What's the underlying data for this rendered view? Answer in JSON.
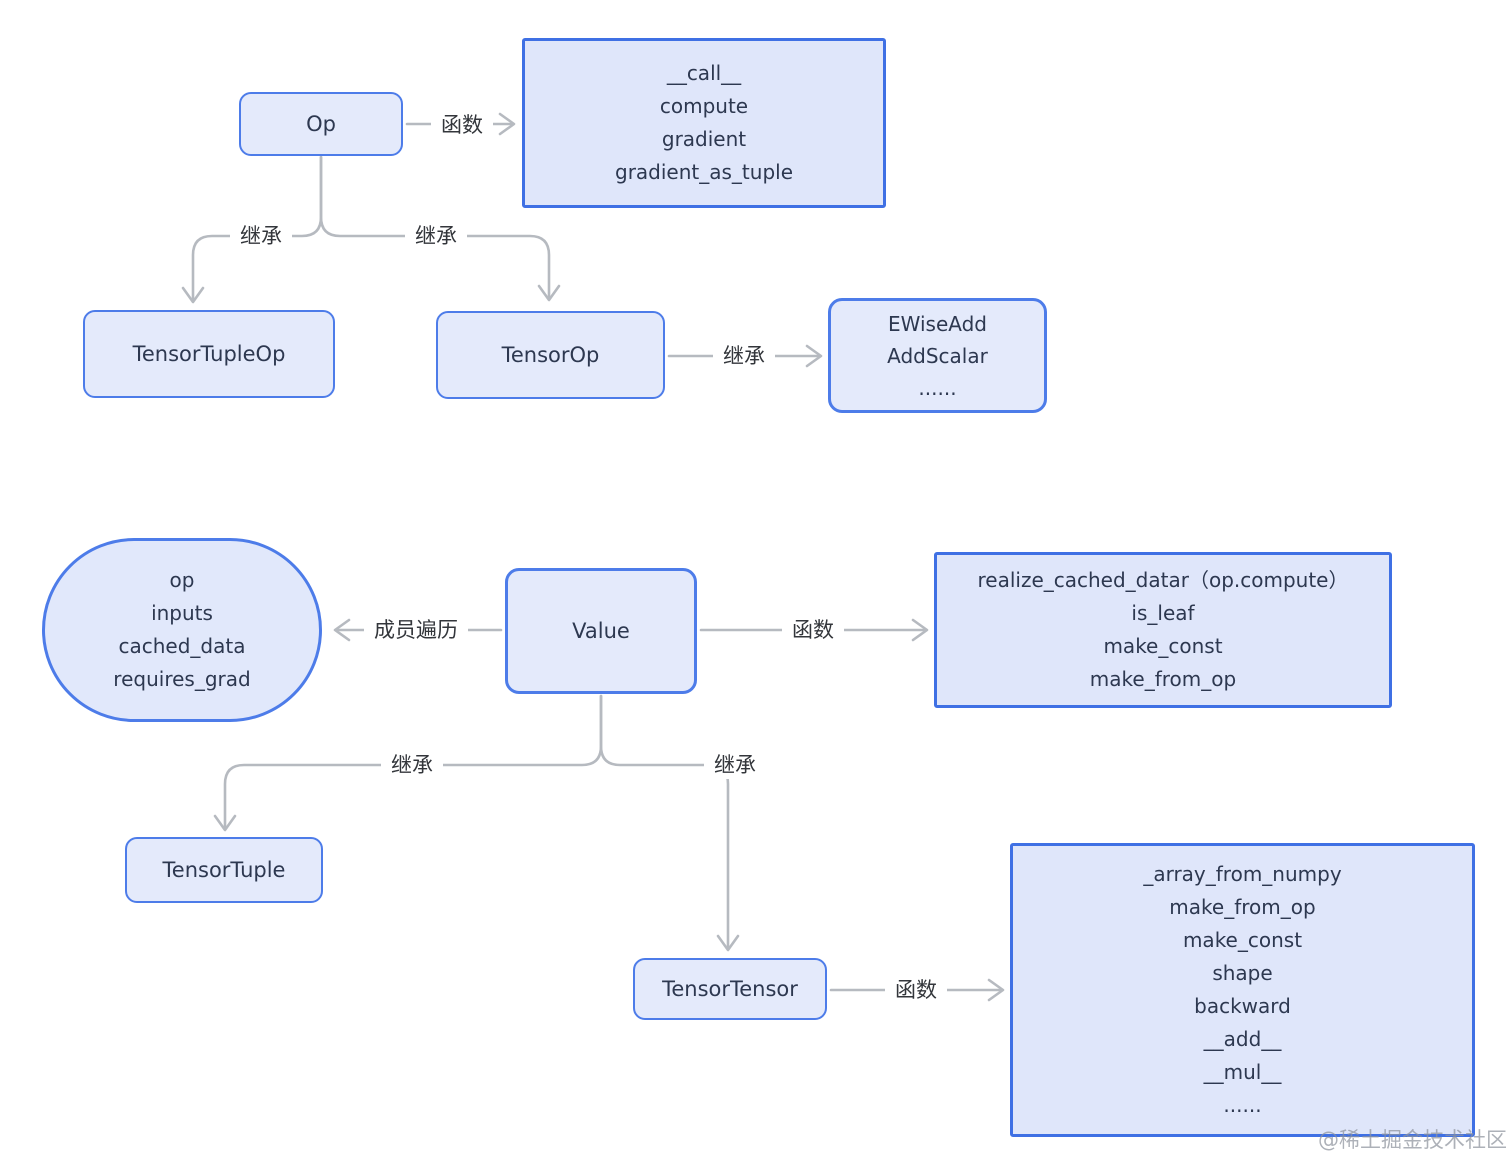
{
  "colors": {
    "node_fill": "#e4eafb",
    "node_border": "#4d7ce9",
    "panel_fill": "#dfe6fa",
    "panel_border": "#3f70e4",
    "connector": "#b6bac0",
    "node_text": "#2d3850",
    "label_text": "#33363b",
    "watermark_text": "#8d939d"
  },
  "nodes": {
    "op": {
      "label": "Op"
    },
    "op_methods": {
      "lines": [
        "__call__",
        "compute",
        "gradient",
        "gradient_as_tuple"
      ]
    },
    "tensor_tuple_op": {
      "label": "TensorTupleOp"
    },
    "tensor_op": {
      "label": "TensorOp"
    },
    "op_subclasses": {
      "lines": [
        "EWiseAdd",
        "AddScalar",
        "......"
      ]
    },
    "value_members": {
      "lines": [
        "op",
        "inputs",
        "cached_data",
        "requires_grad"
      ]
    },
    "value": {
      "label": "Value"
    },
    "value_methods": {
      "lines": [
        "realize_cached_datar（op.compute）",
        "is_leaf",
        "make_const",
        "make_from_op"
      ]
    },
    "tensor_tuple": {
      "label": "TensorTuple"
    },
    "tensor_tensor": {
      "label": "TensorTensor"
    },
    "tensor_methods": {
      "lines": [
        "_array_from_numpy",
        "make_from_op",
        "make_const",
        "shape",
        "backward",
        "__add__",
        "__mul__",
        "......"
      ]
    }
  },
  "edges": {
    "op_to_methods": {
      "label": "函数"
    },
    "op_to_tensortupleop": {
      "label": "继承"
    },
    "op_to_tensorop": {
      "label": "继承"
    },
    "tensorop_to_subclasses": {
      "label": "继承"
    },
    "value_to_members": {
      "label": "成员遍历"
    },
    "value_to_methods": {
      "label": "函数"
    },
    "value_to_tensortuple": {
      "label": "继承"
    },
    "value_to_tensortensor": {
      "label": "继承"
    },
    "tensortensor_to_methods": {
      "label": "函数"
    }
  },
  "watermark": "@稀土掘金技术社区"
}
